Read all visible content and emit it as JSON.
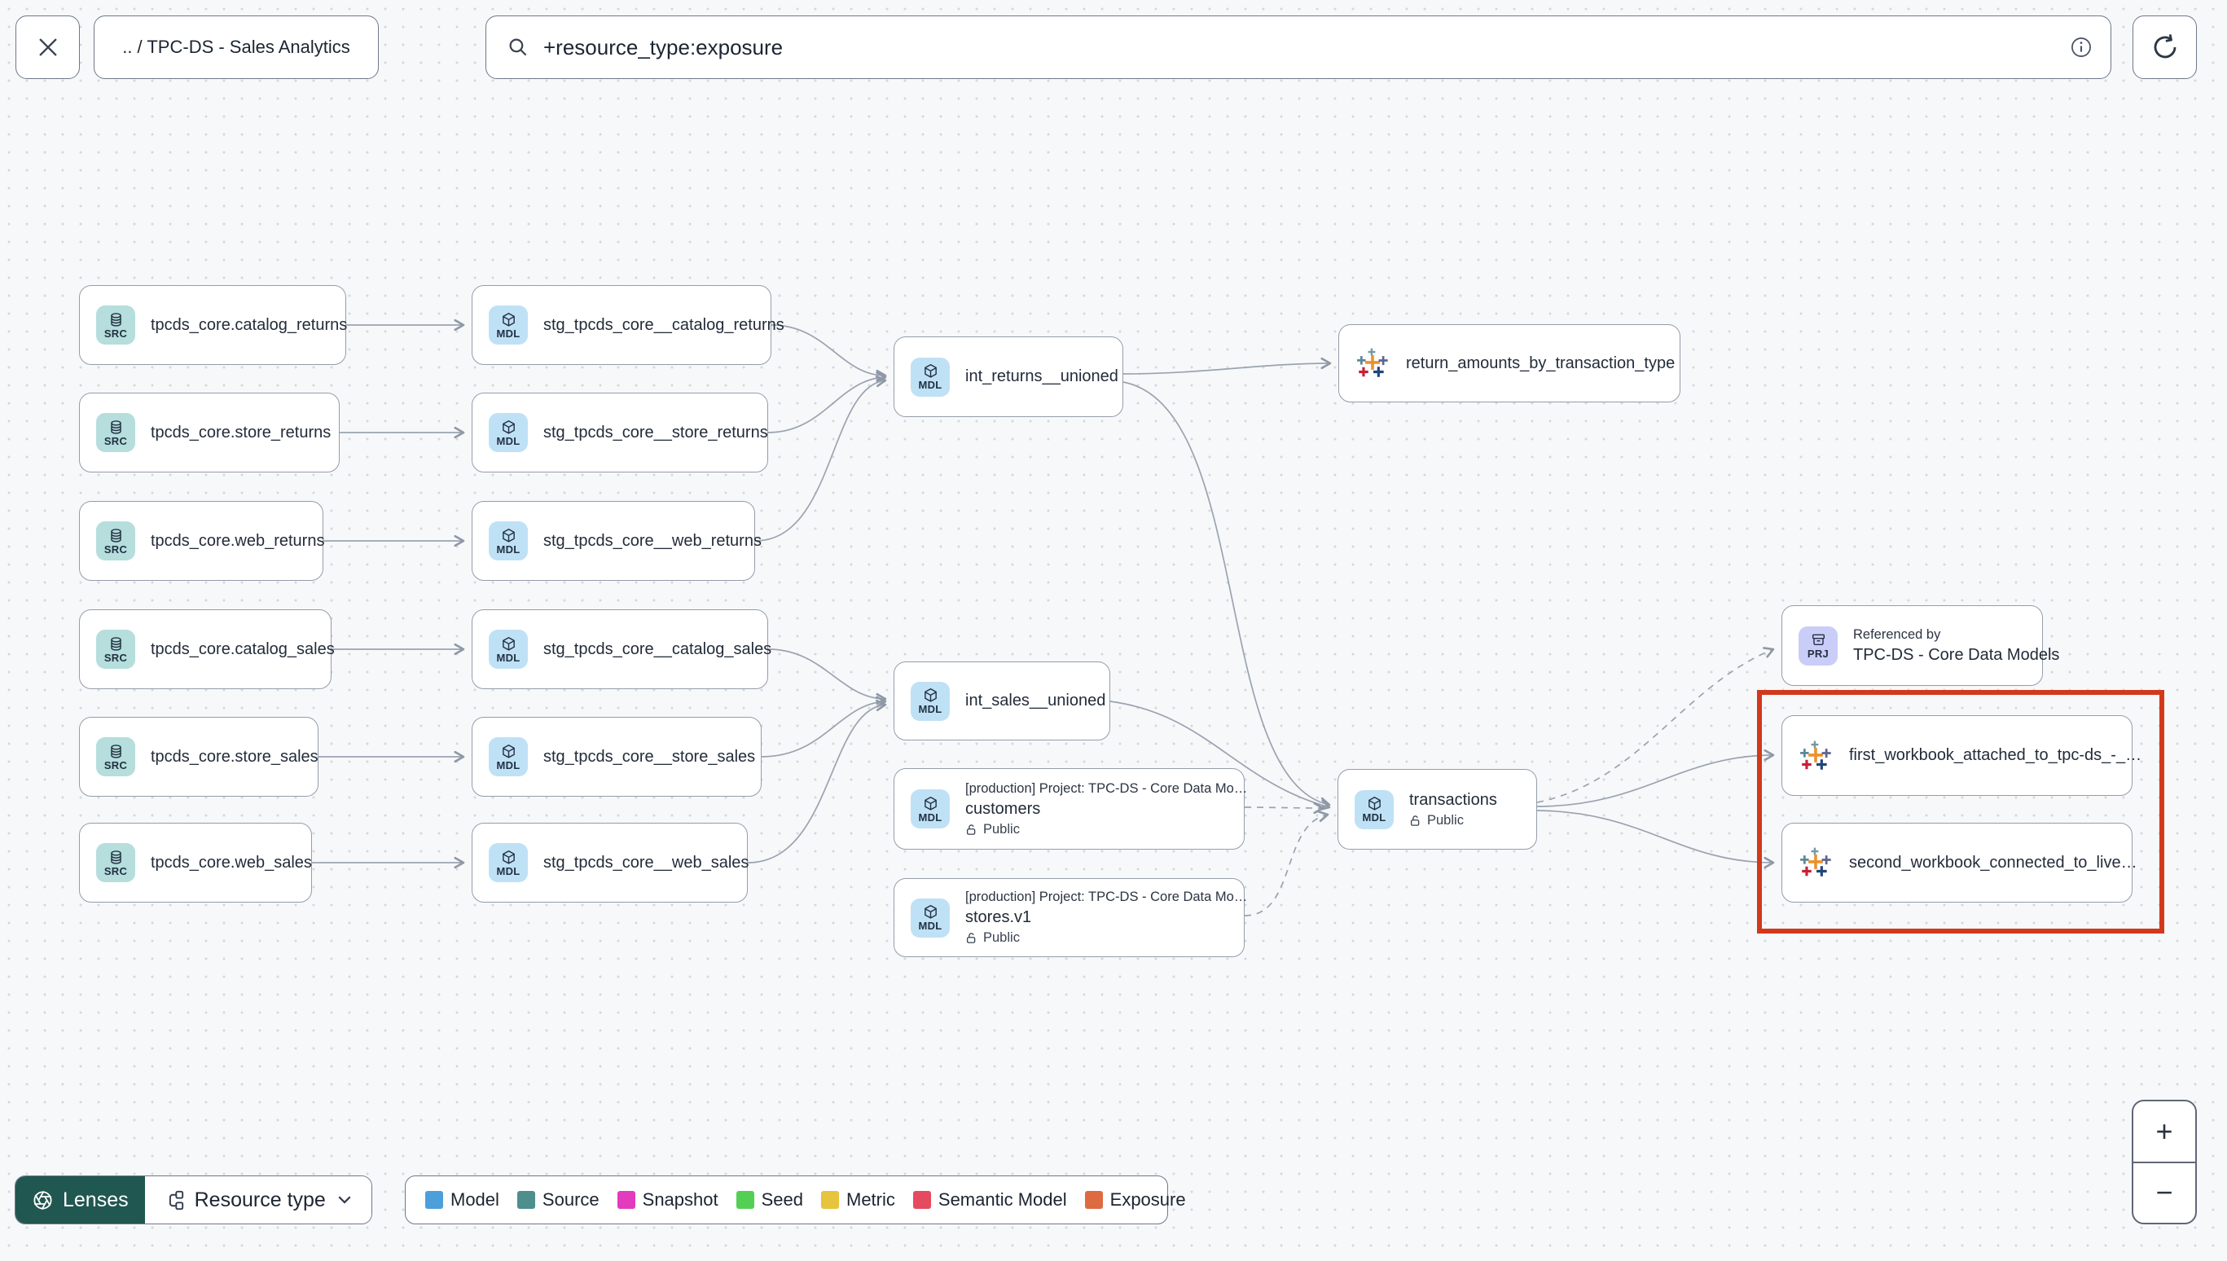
{
  "topbar": {
    "breadcrumb": ".. / TPC-DS - Sales Analytics",
    "search_value": "+resource_type:exposure"
  },
  "graph": {
    "badges": {
      "source": "SRC",
      "model": "MDL",
      "project": "PRJ"
    },
    "sources": [
      {
        "label": "tpcds_core.catalog_returns"
      },
      {
        "label": "tpcds_core.store_returns"
      },
      {
        "label": "tpcds_core.web_returns"
      },
      {
        "label": "tpcds_core.catalog_sales"
      },
      {
        "label": "tpcds_core.store_sales"
      },
      {
        "label": "tpcds_core.web_sales"
      }
    ],
    "staging": [
      {
        "label": "stg_tpcds_core__catalog_returns"
      },
      {
        "label": "stg_tpcds_core__store_returns"
      },
      {
        "label": "stg_tpcds_core__web_returns"
      },
      {
        "label": "stg_tpcds_core__catalog_sales"
      },
      {
        "label": "stg_tpcds_core__store_sales"
      },
      {
        "label": "stg_tpcds_core__web_sales"
      }
    ],
    "int_returns": {
      "label": "int_returns__unioned"
    },
    "int_sales": {
      "label": "int_sales__unioned"
    },
    "exposure_returns": {
      "label": "return_amounts_by_transaction_type"
    },
    "customers": {
      "meta": "[production] Project: TPC-DS - Core Data Mo…",
      "name": "customers",
      "visibility": "Public"
    },
    "stores": {
      "meta": "[production] Project: TPC-DS - Core Data Mo…",
      "name": "stores.v1",
      "visibility": "Public"
    },
    "transactions": {
      "name": "transactions",
      "visibility": "Public"
    },
    "referenced_by": {
      "title": "Referenced by",
      "project": "TPC-DS - Core Data Models"
    },
    "workbook_first": {
      "label": "first_workbook_attached_to_tpc-ds_-_…"
    },
    "workbook_second": {
      "label": "second_workbook_connected_to_live…"
    }
  },
  "footer": {
    "lenses_label": "Lenses",
    "resource_type_label": "Resource type",
    "legend": [
      {
        "label": "Model",
        "color": "#4D9FDB"
      },
      {
        "label": "Source",
        "color": "#4E8E8D"
      },
      {
        "label": "Snapshot",
        "color": "#E23BBE"
      },
      {
        "label": "Seed",
        "color": "#53D053"
      },
      {
        "label": "Metric",
        "color": "#E6C43D"
      },
      {
        "label": "Semantic Model",
        "color": "#E64A5F"
      },
      {
        "label": "Exposure",
        "color": "#DE6A41"
      }
    ]
  },
  "zoom_controls": {
    "zoom_in": "+",
    "zoom_out": "−"
  }
}
